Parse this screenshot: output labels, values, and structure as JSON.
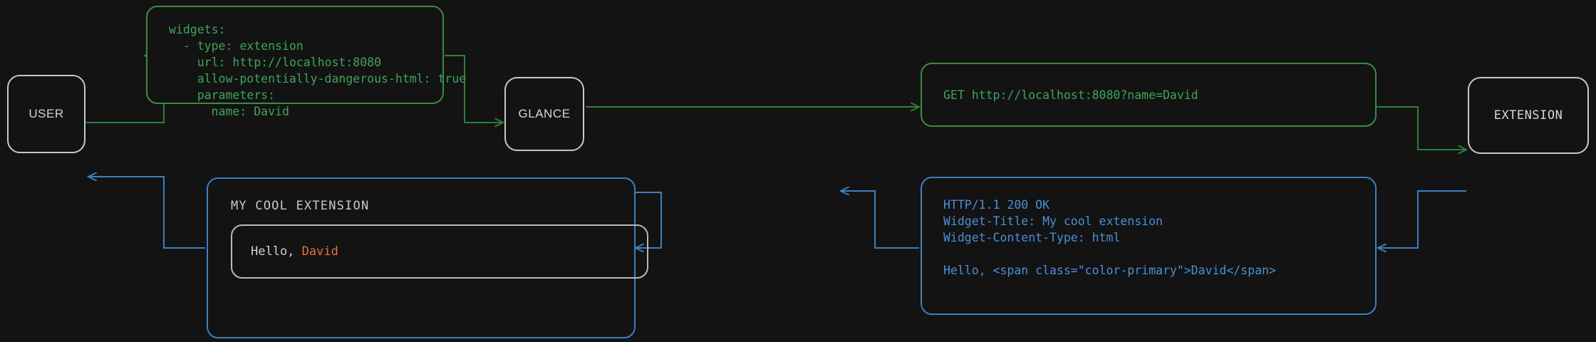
{
  "diagram": {
    "background_color": "#131313",
    "colors": {
      "request_green": "#3fa45b",
      "response_blue": "#4a90d9",
      "node_border": "#c8c8c8",
      "accent_orange": "#e8713c"
    },
    "nodes": [
      {
        "id": "user",
        "label": "USER"
      },
      {
        "id": "glance",
        "label": "GLANCE"
      },
      {
        "id": "extension",
        "label": "EXTENSION"
      }
    ],
    "messages": {
      "config_yaml": "widgets:\n  - type: extension\n    url: http://localhost:8080\n    allow-potentially-dangerous-html: true\n    parameters:\n      name: David",
      "http_request": "GET http://localhost:8080?name=David",
      "http_response": "HTTP/1.1 200 OK\nWidget-Title: My cool extension\nWidget-Content-Type: html\n\nHello, <span class=\"color-primary\">David</span>"
    },
    "widget": {
      "title": "MY COOL EXTENSION",
      "body_prefix": "Hello, ",
      "body_name": "David"
    }
  }
}
